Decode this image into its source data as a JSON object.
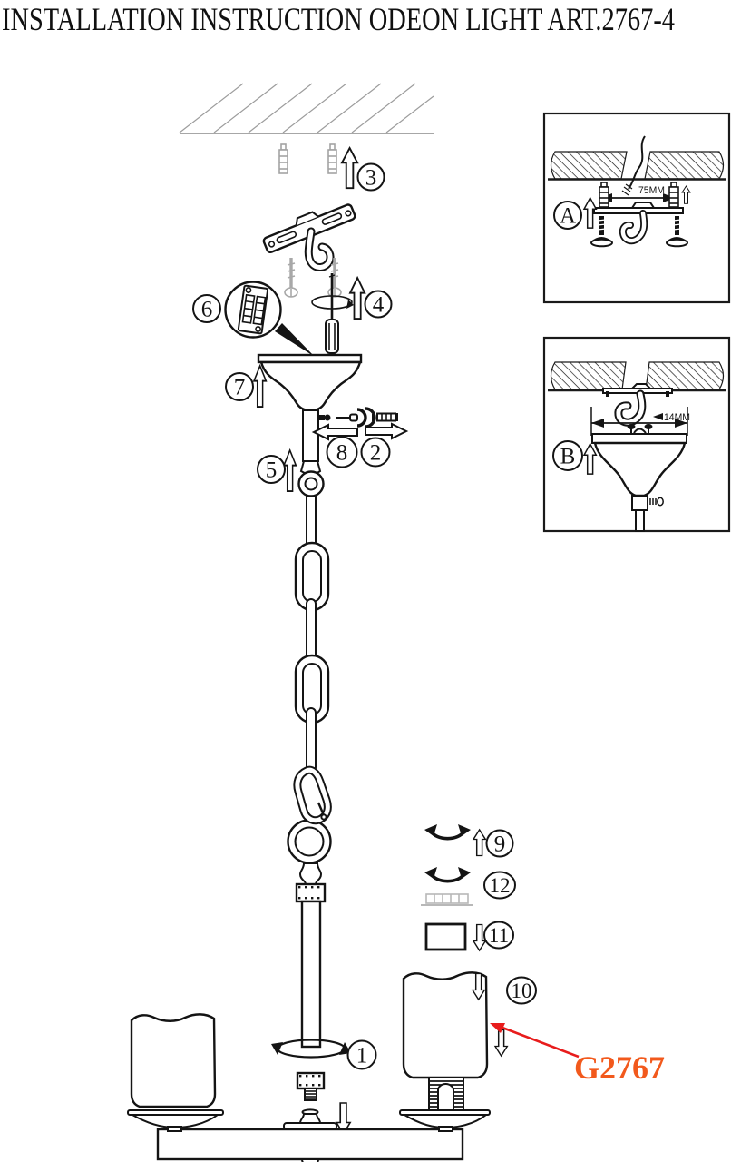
{
  "title": "INSTALLATION INSTRUCTION ODEON LIGHT ART.2767-4",
  "product_code": "G2767",
  "steps": {
    "1": "1",
    "2": "2",
    "3": "3",
    "4": "4",
    "5": "5",
    "6": "6",
    "7": "7",
    "8": "8",
    "9": "9",
    "10": "10",
    "11": "11",
    "12": "12"
  },
  "insets": {
    "a": {
      "label": "A",
      "dimension": "75MM"
    },
    "b": {
      "label": "B",
      "dimension": "14MM"
    }
  },
  "colors": {
    "line": "#141414",
    "muted_gray": "#a3a3a3",
    "arrow_red": "#e81c1c",
    "code_orange": "#f2591c",
    "background": "#ffffff"
  }
}
